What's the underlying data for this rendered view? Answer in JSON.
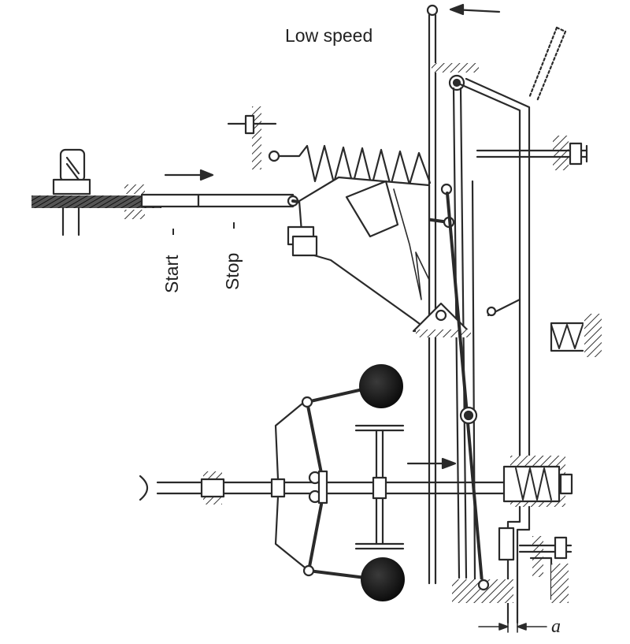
{
  "labels": {
    "low_speed": "Low speed",
    "start": "Start",
    "stop": "Stop",
    "gap": "a"
  },
  "colors": {
    "line": "#2a2a2a",
    "ball": "#151515",
    "background": "#ffffff"
  }
}
